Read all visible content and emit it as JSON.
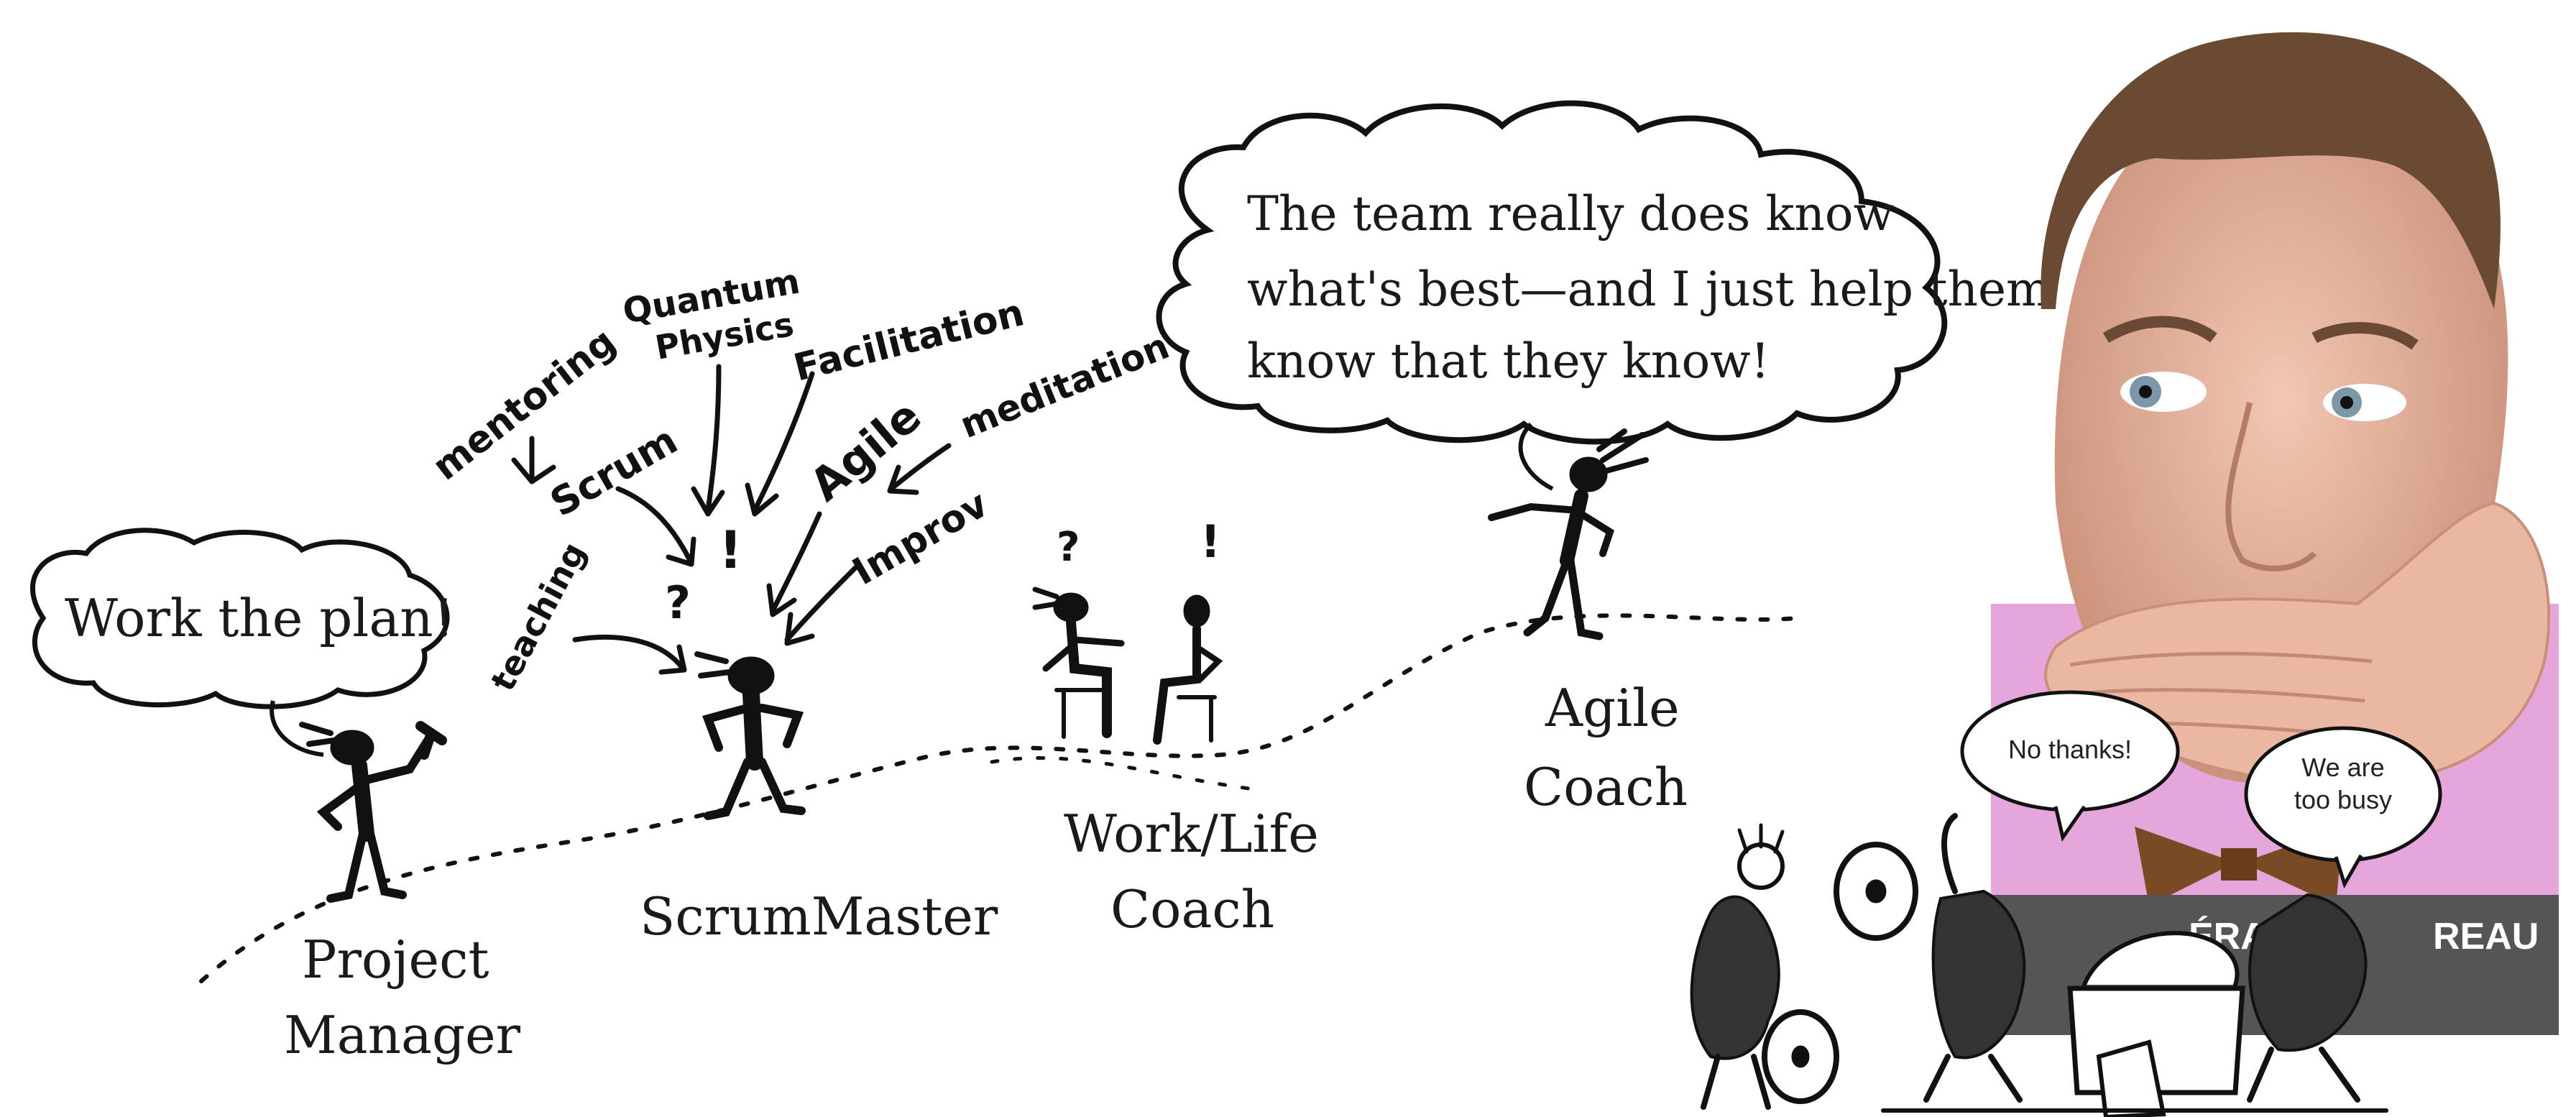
{
  "journey": {
    "project_manager": {
      "label_line1": "Project",
      "label_line2": "Manager",
      "speech": "Work the plan!"
    },
    "scrum_master": {
      "label": "ScrumMaster"
    },
    "work_life_coach": {
      "label_line1": "Work/Life",
      "label_line2": "Coach",
      "mark_question": "?",
      "mark_exclaim": "!"
    },
    "agile_coach": {
      "label_line1": "Agile",
      "label_line2": "Coach",
      "speech_line1": "The team really does know",
      "speech_line2": "what's best—and I just help them",
      "speech_line3": "know that they know!"
    }
  },
  "influences": {
    "mentoring": "mentoring",
    "scrum": "Scrum",
    "quantum": "Quantum",
    "physics": "Physics",
    "facilitation": "Facilitation",
    "agile": "Agile",
    "meditation": "meditation",
    "improv": "Improv",
    "teaching": "teaching",
    "question": "?",
    "exclaim": "!"
  },
  "cartoon": {
    "bubble_left": "No thanks!",
    "bubble_right_line1": "We are",
    "bubble_right_line2": "too busy"
  },
  "banner": {
    "text_left": "ÉRA",
    "text_right": "REAU"
  },
  "colors": {
    "ink": "#111111",
    "skin": "#e8b9a4",
    "shirt": "#e7a7dc",
    "banner": "#555555"
  }
}
